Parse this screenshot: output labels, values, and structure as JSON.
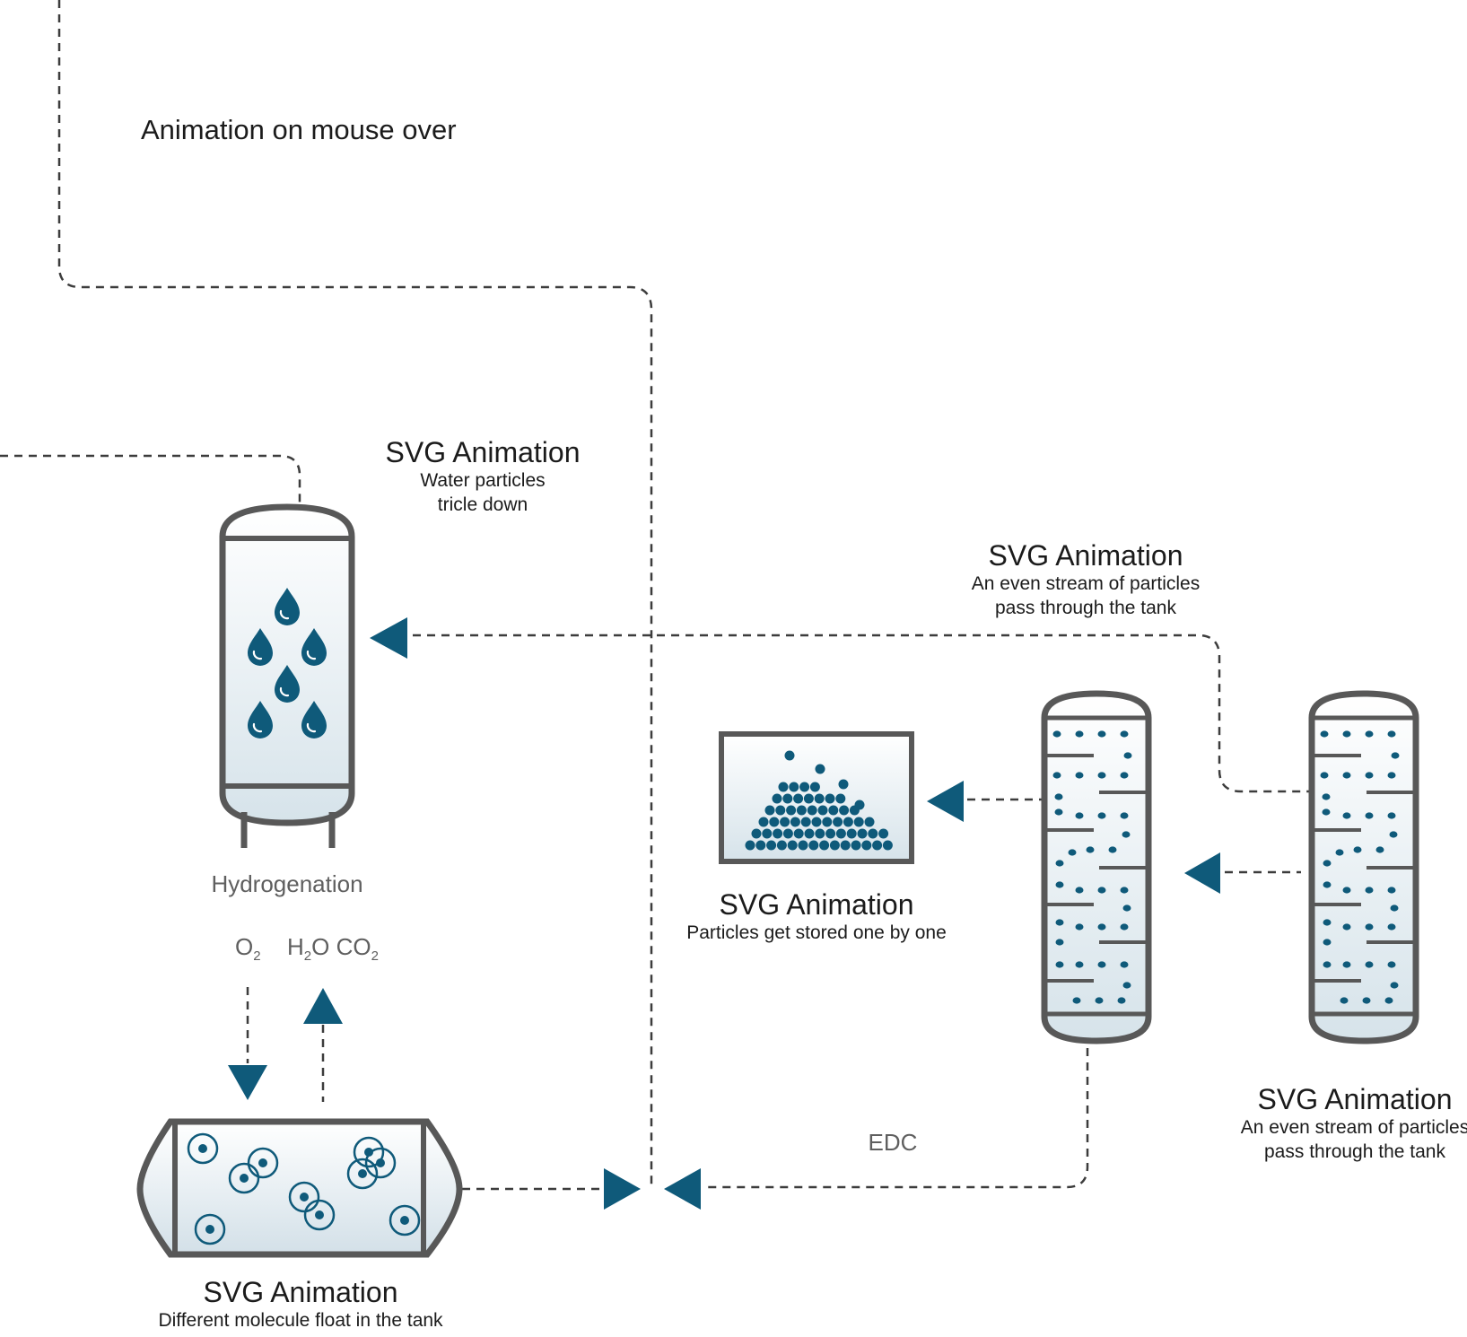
{
  "page": {
    "title": "Animation on mouse over"
  },
  "labels": {
    "hydro_tank_title": "SVG Animation",
    "hydro_tank_desc_1": "Water particles",
    "hydro_tank_desc_2": "tricle down",
    "hydro_name": "Hydrogenation",
    "stream_top_title": "SVG Animation",
    "stream_top_desc_1": "An even stream of particles",
    "stream_top_desc_2": "pass through the tank",
    "storage_title": "SVG Animation",
    "storage_desc": "Particles get stored one by one",
    "stream_right_title": "SVG Animation",
    "stream_right_desc_1": "An even stream of particles",
    "stream_right_desc_2": "pass through the tank",
    "float_title": "SVG Animation",
    "float_desc": "Different molecule float in the tank",
    "edc": "EDC"
  },
  "chemicals": {
    "o2_base": "O",
    "o2_sub": "2",
    "h2o_a": "H",
    "h2o_sub": "2",
    "h2o_b": "O",
    "co2_base": "CO",
    "co2_sub": "2"
  },
  "colors": {
    "accent": "#0f5a7a",
    "outline": "#585858",
    "line": "#3c3c3c",
    "tank_top": "#ffffff",
    "tank_bottom": "#d6e3ea"
  },
  "icons": [
    "water-drop-icon",
    "molecule-icon",
    "arrow-left-icon",
    "arrow-down-icon",
    "arrow-up-icon",
    "arrow-right-icon"
  ]
}
